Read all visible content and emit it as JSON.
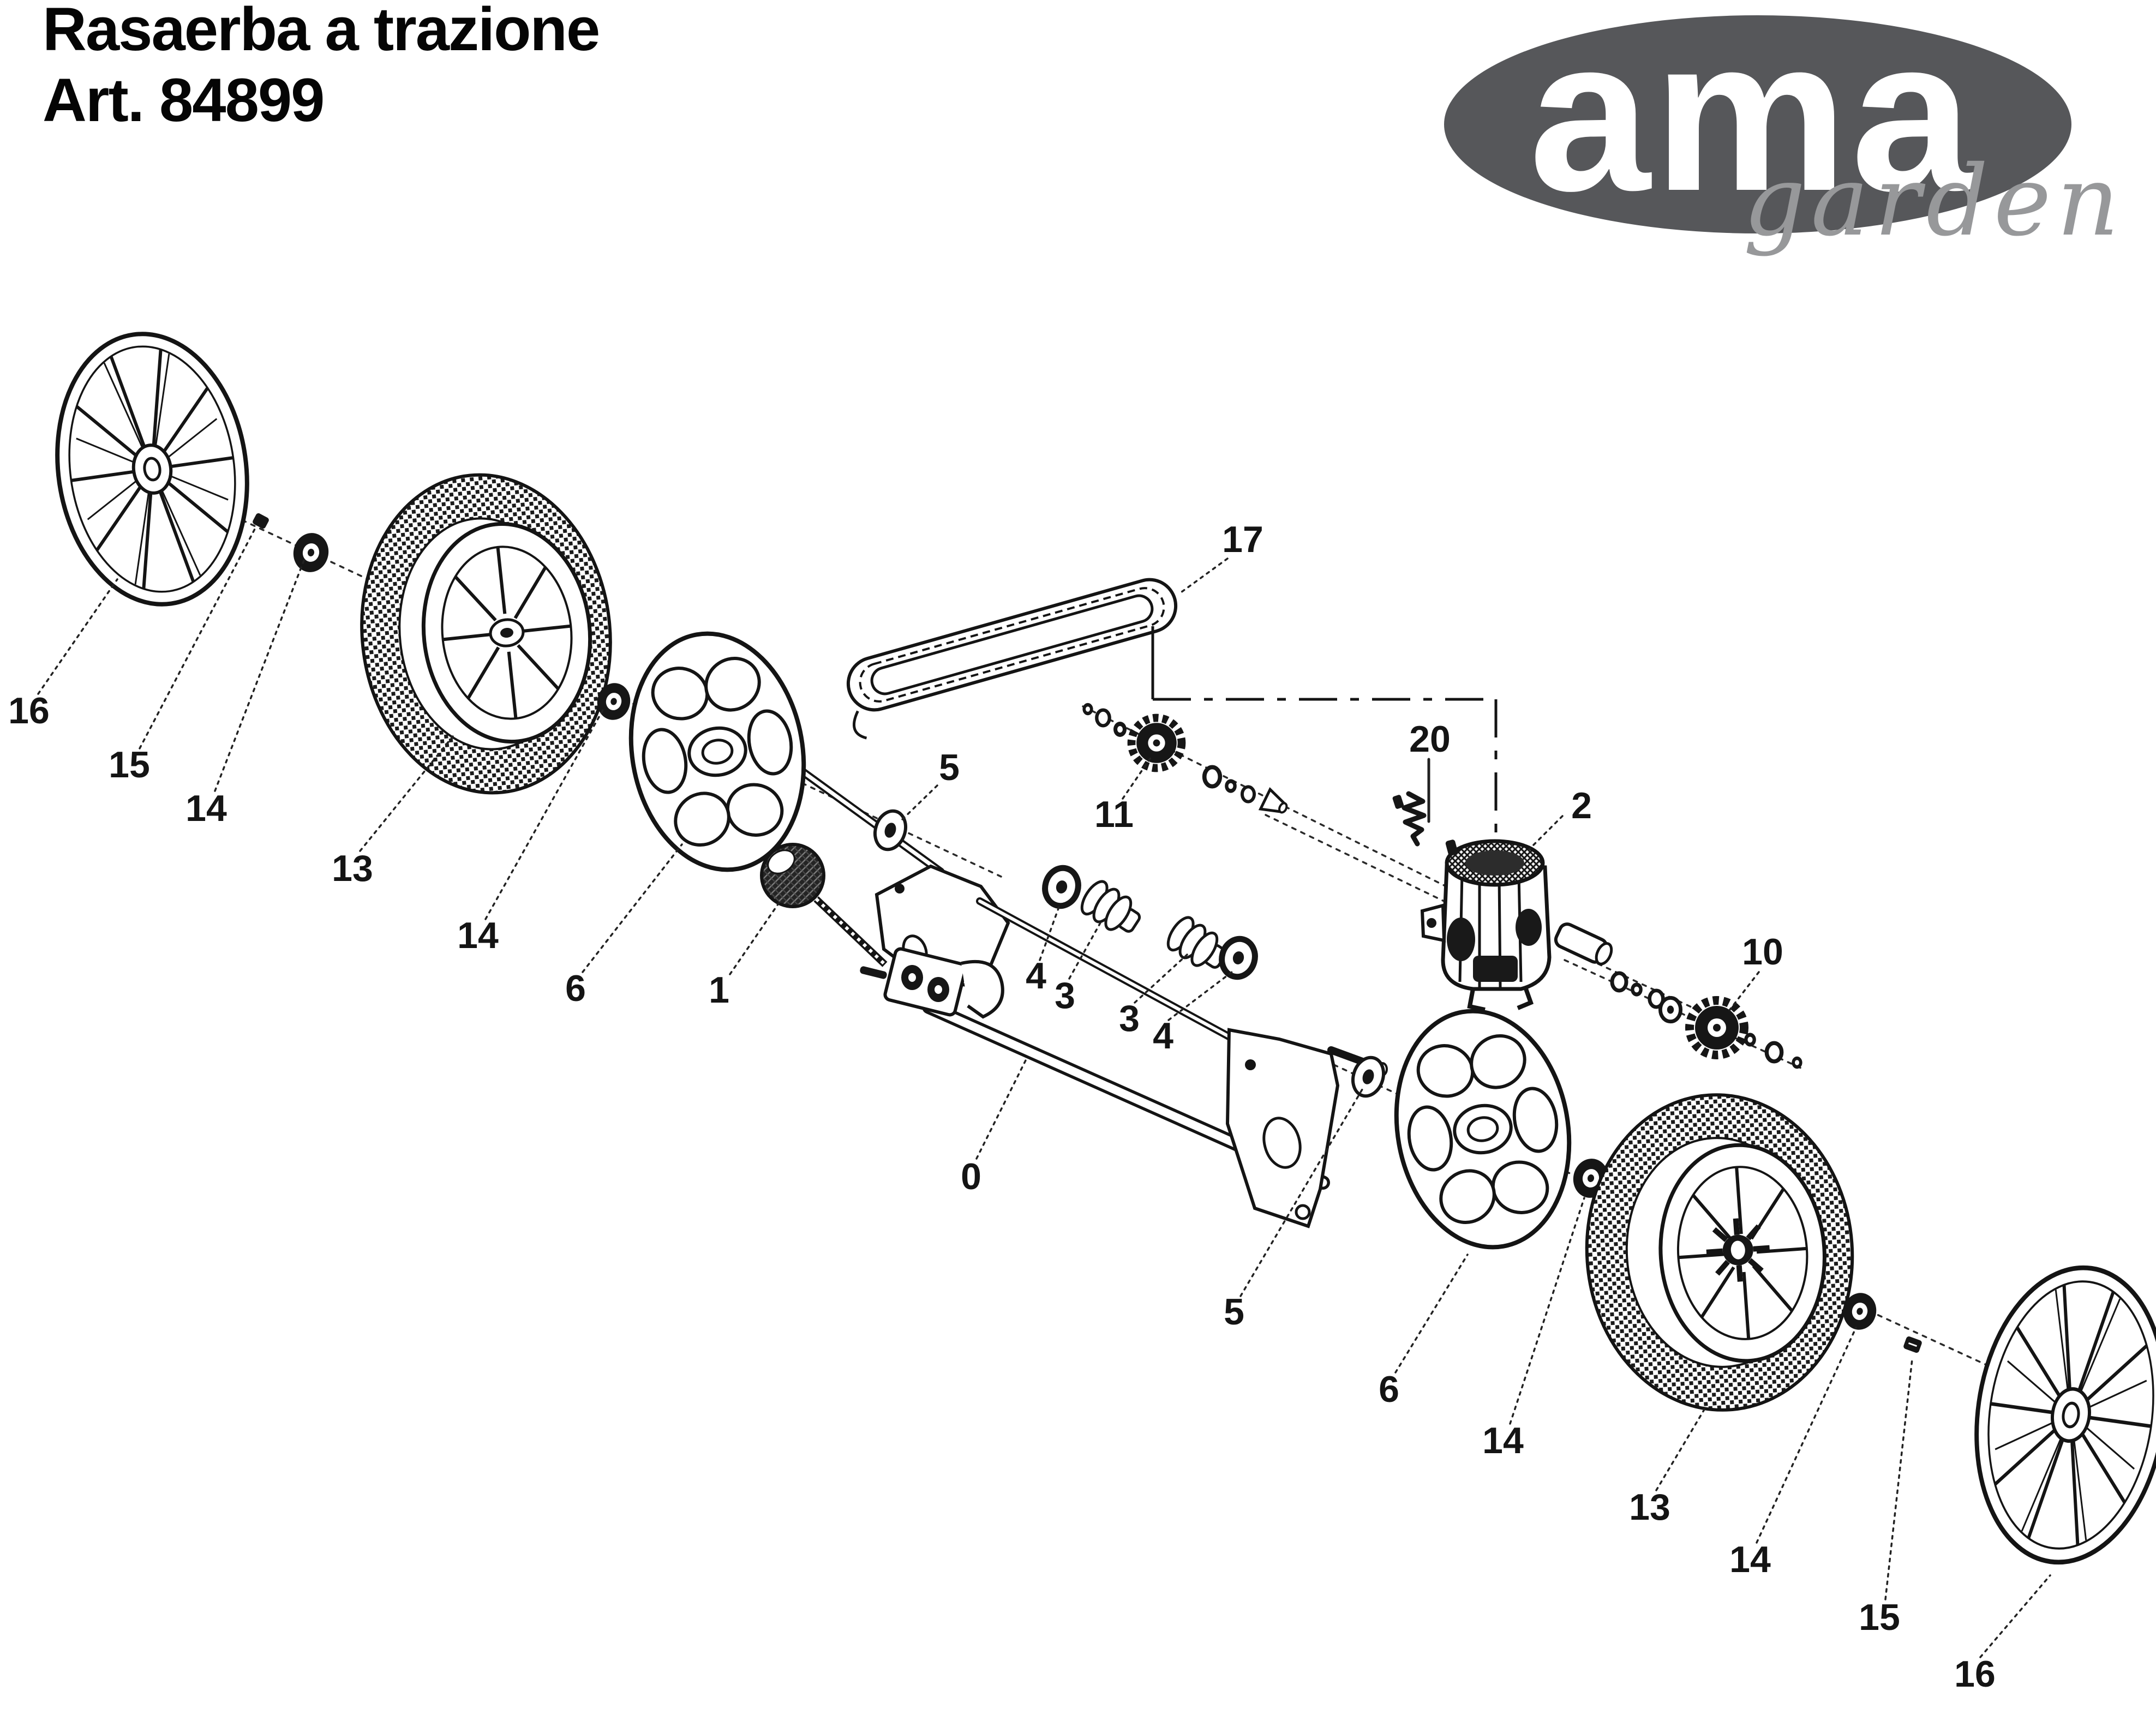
{
  "page": {
    "background": "#ffffff",
    "ink": "#1a1a1a"
  },
  "header": {
    "title_line1": "Rasaerba a trazione",
    "title_line2": "Art. 84899"
  },
  "logo": {
    "brand": "ama",
    "subbrand": "garden",
    "ellipse_color": "#56575a",
    "brand_color": "#ffffff",
    "subbrand_color": "#97989a"
  },
  "diagram": {
    "description_labels_note": "numbered part callouts of exploded drive-wheel assembly",
    "labels": [
      {
        "text": "16"
      },
      {
        "text": "15"
      },
      {
        "text": "14"
      },
      {
        "text": "13"
      },
      {
        "text": "14"
      },
      {
        "text": "6"
      },
      {
        "text": "1"
      },
      {
        "text": "5"
      },
      {
        "text": "0"
      },
      {
        "text": "4"
      },
      {
        "text": "3"
      },
      {
        "text": "3"
      },
      {
        "text": "4"
      },
      {
        "text": "17"
      },
      {
        "text": "11"
      },
      {
        "text": "20"
      },
      {
        "text": "2"
      },
      {
        "text": "10"
      },
      {
        "text": "5"
      },
      {
        "text": "6"
      },
      {
        "text": "14"
      },
      {
        "text": "13"
      },
      {
        "text": "14"
      },
      {
        "text": "15"
      },
      {
        "text": "16"
      }
    ]
  }
}
